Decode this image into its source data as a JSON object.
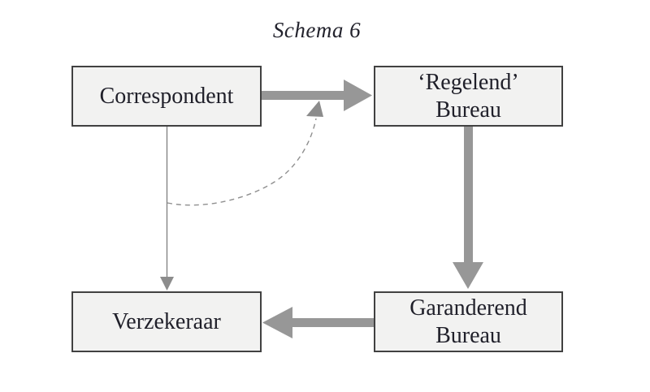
{
  "title": "Schema 6",
  "nodes": {
    "correspondent": {
      "label": "Correspondent"
    },
    "regelend": {
      "line1": "‘Regelend’",
      "line2": "Bureau"
    },
    "verzekeraar": {
      "label": "Verzekeraar"
    },
    "garanderend": {
      "line1": "Garanderend",
      "line2": "Bureau"
    }
  },
  "edges": [
    {
      "from": "Correspondent",
      "to": "'Regelend' Bureau",
      "style": "thick-solid-arrow"
    },
    {
      "from": "'Regelend' Bureau",
      "to": "Garanderend Bureau",
      "style": "thick-solid-arrow"
    },
    {
      "from": "Garanderend Bureau",
      "to": "Verzekeraar",
      "style": "thick-solid-arrow"
    },
    {
      "from": "Correspondent",
      "to": "Verzekeraar",
      "style": "thin-solid-arrow"
    },
    {
      "from": "Correspondent-Verzekeraar line",
      "to": "Correspondent-'Regelend' Bureau arrow",
      "style": "dashed-curved-arrow"
    }
  ],
  "colors": {
    "thick_arrow": "#979797",
    "thin_line": "#7d7d7d",
    "thin_arrowhead": "#8c8c8c",
    "dashed_line": "#8f8f8f",
    "box_fill": "#f2f2f1",
    "box_border": "#414141",
    "text": "#20202a",
    "background": "#ffffff"
  }
}
